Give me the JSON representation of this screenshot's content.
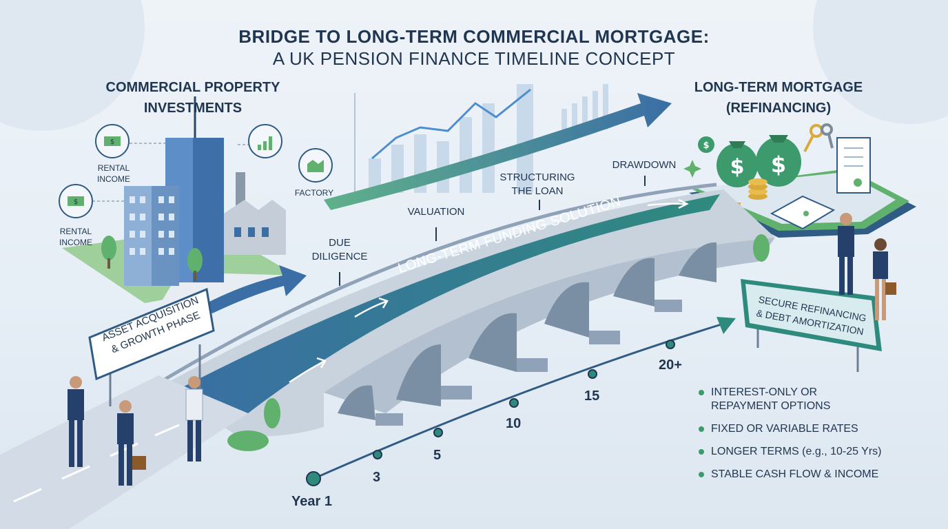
{
  "title": {
    "line1": "BRIDGE TO LONG-TERM COMMERCIAL MORTGAGE:",
    "line2": "A UK PENSION FINANCE TIMELINE CONCEPT"
  },
  "left_section": {
    "heading_line1": "COMMERCIAL PROPERTY",
    "heading_line2": "INVESTMENTS",
    "icon_labels": [
      {
        "line1": "RENTAL",
        "line2": "INCOME",
        "icon": "money-icon"
      },
      {
        "line1": "RENTAL",
        "line2": "INCOME",
        "icon": "money-icon"
      },
      {
        "line1": "FACTORY",
        "line2": "",
        "icon": "factory-icon"
      }
    ]
  },
  "right_section": {
    "heading_line1": "LONG-TERM MORTGAGE",
    "heading_line2": "(REFINANCING)"
  },
  "steps": [
    {
      "line1": "DUE",
      "line2": "DILIGENCE"
    },
    {
      "line1": "VALUATION",
      "line2": ""
    },
    {
      "line1": "STRUCTURING",
      "line2": "THE LOAN"
    },
    {
      "line1": "DRAWDOWN",
      "line2": ""
    }
  ],
  "road_label": "LONG-TERM FUNDING SOLUTION",
  "left_sign": {
    "line1": "ASSET ACQUISITION",
    "line2": "& GROWTH PHASE"
  },
  "right_sign": {
    "line1": "SECURE REFINANCING",
    "line2": "& DEBT AMORTIZATION"
  },
  "timeline": [
    {
      "label": "Year 1"
    },
    {
      "label": "3"
    },
    {
      "label": "5"
    },
    {
      "label": "10"
    },
    {
      "label": "15"
    },
    {
      "label": "20+"
    }
  ],
  "features": [
    {
      "line1": "INTEREST-ONLY OR",
      "line2": "REPAYMENT OPTIONS"
    },
    {
      "line1": "FIXED OR VARIABLE RATES",
      "line2": ""
    },
    {
      "line1": "LONGER TERMS (e.g., 10-25 Yrs)",
      "line2": ""
    },
    {
      "line1": "STABLE CASH FLOW & INCOME",
      "line2": ""
    }
  ],
  "colors": {
    "navy": "#1f3550",
    "blue": "#3a6ea5",
    "teal": "#2f8a7e",
    "green": "#3c9a6c",
    "bridge_stone": "#c9d3de"
  }
}
